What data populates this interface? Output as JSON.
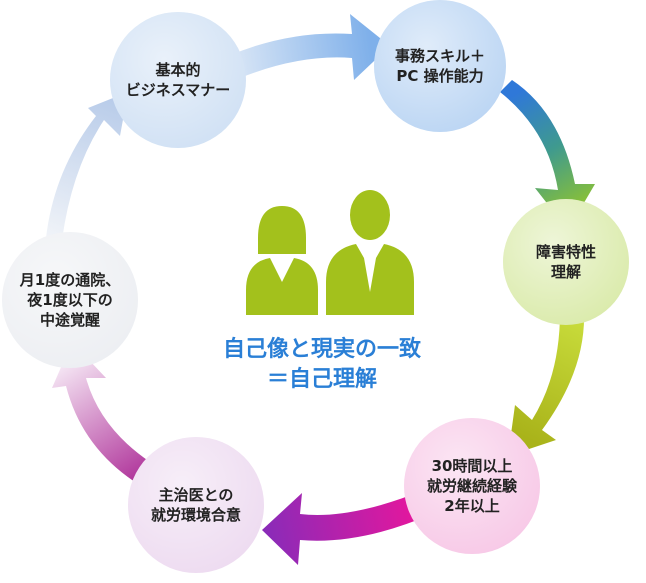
{
  "nodes": [
    {
      "id": "business-manners",
      "lines": [
        "基本的",
        "ビジネスマナー"
      ],
      "fill": "#cfe0f4"
    },
    {
      "id": "office-pc-skills",
      "lines": [
        "事務スキル＋",
        "PC 操作能力"
      ],
      "fill": "#b9d4f3"
    },
    {
      "id": "disability-understanding",
      "lines": [
        "障害特性",
        "理解"
      ],
      "fill": "#d9eaa8"
    },
    {
      "id": "work-experience",
      "lines": [
        "30時間以上",
        "就労継続経験",
        "2年以上"
      ],
      "fill": "#f7c7e6"
    },
    {
      "id": "doctor-agreement",
      "lines": [
        "主治医との",
        "就労環境合意"
      ],
      "fill": "#eddaf0"
    },
    {
      "id": "hospital-visits",
      "lines": [
        "月1度の通院、",
        "夜1度以下の",
        "中途覚醒"
      ],
      "fill": "#eceef2"
    }
  ],
  "center": {
    "line1": "自己像と現実の一致",
    "line2": "＝自己理解"
  },
  "colors": {
    "figure": "#a3c11c",
    "center_text": "#2a7fd6"
  }
}
